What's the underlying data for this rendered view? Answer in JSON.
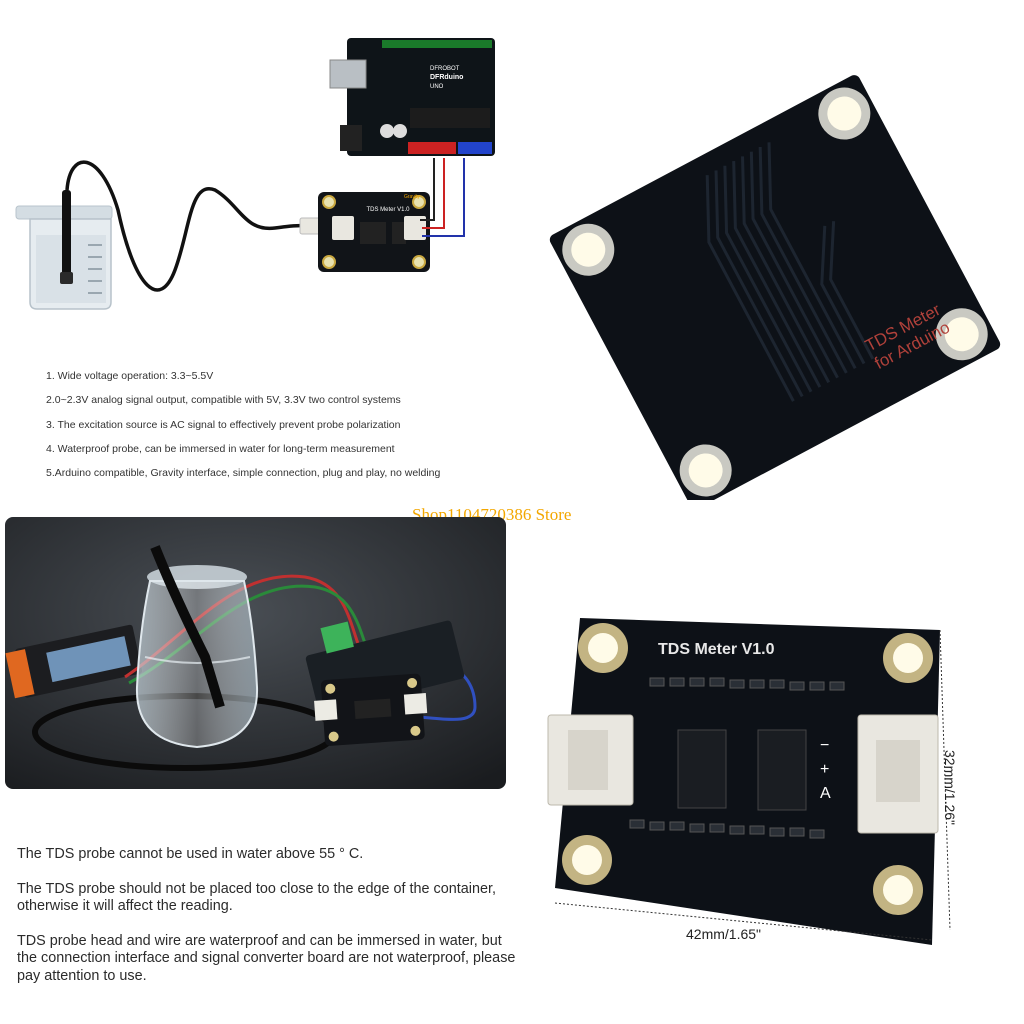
{
  "features": [
    "1. Wide voltage operation: 3.3~5.5V",
    "2.0~2.3V analog signal output, compatible with 5V, 3.3V two control systems",
    "3. The excitation source is AC signal to effectively prevent probe polarization",
    "4. Waterproof probe, can be immersed in water for long-term measurement",
    "5.Arduino compatible, Gravity interface, simple connection, plug and play, no welding"
  ],
  "watermark": "Shop1104720386 Store",
  "notes": [
    "The TDS probe cannot be used in water above 55 ° C.",
    "The TDS probe should not be placed too close to the edge of the container, otherwise it will affect the reading.",
    "TDS probe head and wire are waterproof and can be immersed in water, but the connection interface and signal converter board are not waterproof, please pay attention to use."
  ],
  "board_back_label": "TDS Meter\nfor Arduino",
  "board_back_line1": "TDS Meter",
  "board_back_line2": "for Arduino",
  "board_front_label": "TDS Meter   V1.0",
  "pin_labels": [
    "−",
    "+",
    "A"
  ],
  "dimensions": {
    "width": "42mm/1.65\"",
    "height": "32mm/1.26\""
  },
  "arduino_text": {
    "brand": "DFROBOT",
    "model": "DFRduino",
    "sub": "UNO"
  },
  "small_board_label": "TDS Meter V1.0",
  "gravity_label": "Gravity",
  "colors": {
    "board": "#0d1117",
    "accent": "#f3a700",
    "wire_red": "#cc2222",
    "wire_blue": "#2233aa",
    "connector": "#e8e6df"
  }
}
